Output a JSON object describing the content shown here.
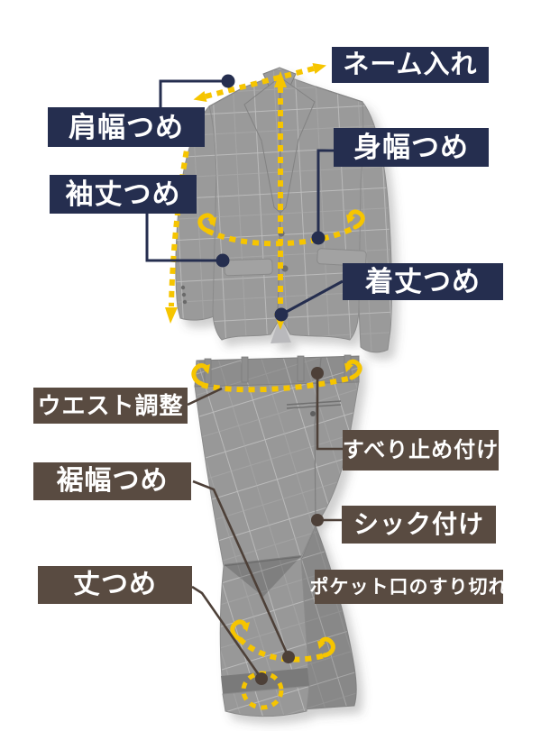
{
  "diagram": {
    "title_context": "suit alteration points infographic",
    "jacket_labels": {
      "name_embroidery": "ネーム入れ",
      "shoulder_width": "肩幅つめ",
      "body_width": "身幅つめ",
      "sleeve_length": "袖丈つめ",
      "jacket_length": "着丈つめ"
    },
    "trouser_labels": {
      "waist_adjust": "ウエスト調整",
      "grip_tape": "すべり止め付け",
      "hem_width": "裾幅つめ",
      "seat_lining": "シック付け",
      "length": "丈つめ",
      "pocket_wear": "ポケット口のすり切れ"
    },
    "colors": {
      "jacket_label_bg": "#252e4f",
      "trouser_label_bg": "#594b41",
      "annotation_yellow": "#f6c500",
      "jacket_connector": "#252e4f",
      "trouser_connector": "#4d4038",
      "fabric_grey": "#9b9b9b",
      "background": "#ffffff"
    }
  }
}
